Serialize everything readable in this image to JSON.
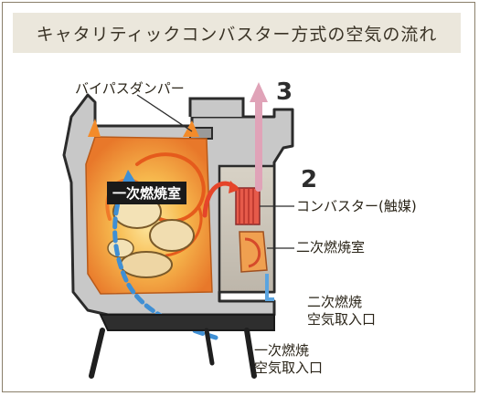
{
  "title": "キャタリティックコンバスター方式の空気の流れ",
  "labels": {
    "bypass_damper": "バイパスダンパー",
    "primary_chamber": "一次燃焼室",
    "combustor": "コンバスター(触媒)",
    "secondary_chamber": "二次燃焼室",
    "secondary_air_line1": "二次燃焼",
    "secondary_air_line2": "空気取入口",
    "primary_air_line1": "一次燃焼",
    "primary_air_line2": "空気取入口"
  },
  "step_numbers": {
    "two": "2",
    "three": "3"
  },
  "colors": {
    "title_bg": "#ebe7dc",
    "stove_body": "#c9c9c9",
    "fire": "#f3a33a",
    "primary_air_arrow": "#3f8fd4",
    "exhaust_arrow": "#e0a3b8"
  }
}
